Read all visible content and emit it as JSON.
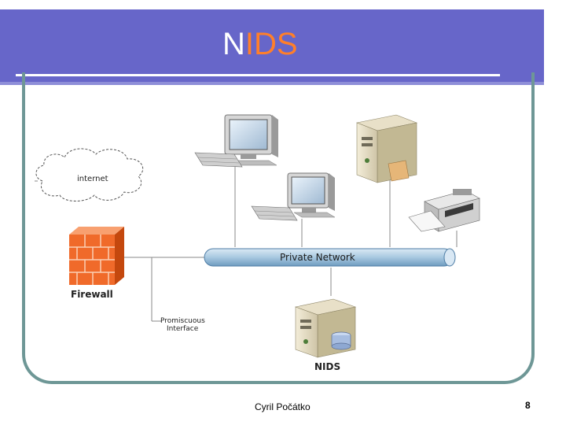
{
  "slide": {
    "title_prefix": "N",
    "title_accent": "IDS",
    "footer_author": "Cyril Počátko",
    "page_number": "8"
  },
  "diagram": {
    "internet_label": "internet",
    "firewall_label": "Firewall",
    "network_label": "Private Network",
    "interface_label_line1": "Promiscuous",
    "interface_label_line2": "Interface",
    "nids_label": "NIDS"
  },
  "colors": {
    "header_band": "#6766c9",
    "title_text": "#ffffff",
    "title_accent": "#ff7f2a",
    "frame_border": "#6e9796",
    "network_bus": "#a8c8e0",
    "firewall": "#f06a2a"
  },
  "icons": [
    "cloud-icon",
    "firewall-icon",
    "workstation-icon",
    "server-icon",
    "printer-icon",
    "nids-server-icon"
  ]
}
